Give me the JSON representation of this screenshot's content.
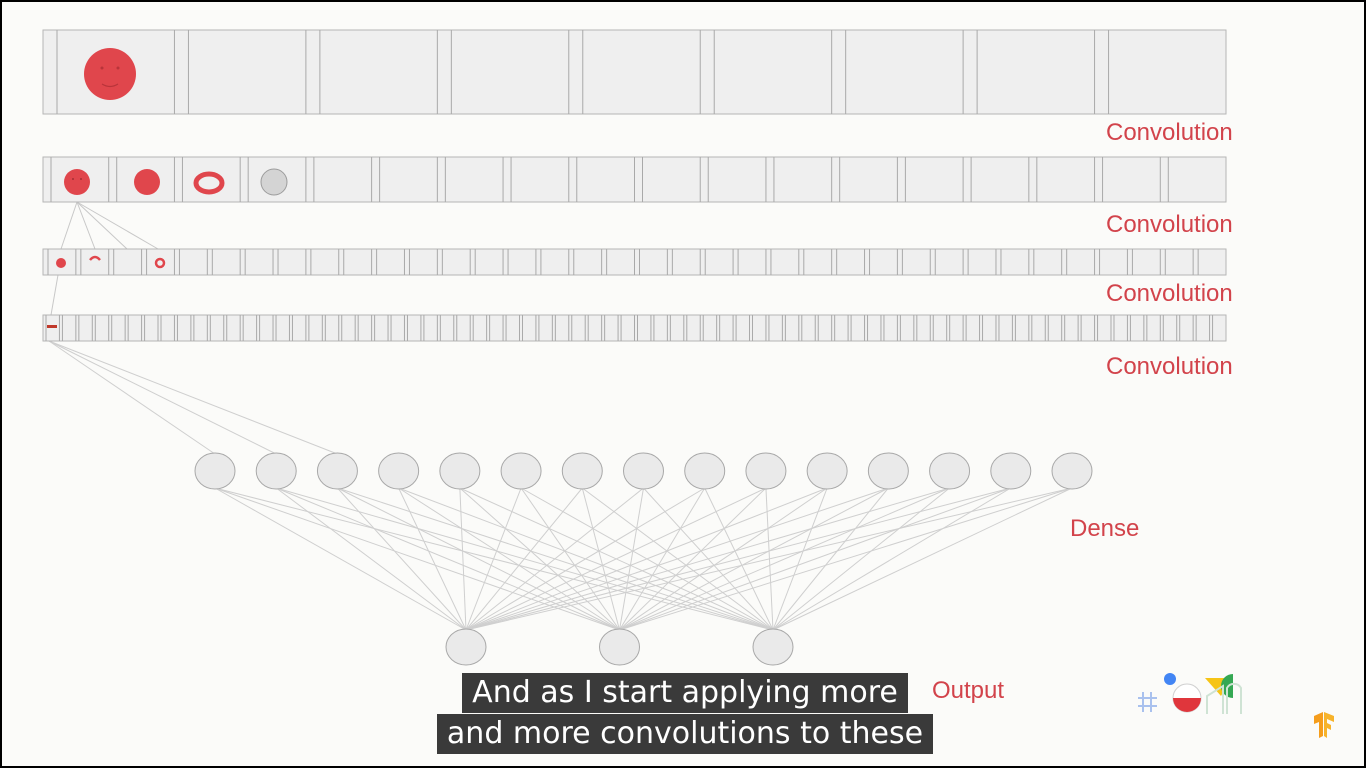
{
  "labels": {
    "conv1": "Convolution",
    "conv2": "Convolution",
    "conv3": "Convolution",
    "conv4": "Convolution",
    "dense": "Dense",
    "output": "Output"
  },
  "captions": {
    "line1": "And as I start applying more",
    "line2": "and more convolutions to these"
  },
  "diagram": {
    "dense_units": 15,
    "output_units": 3,
    "layers": [
      {
        "name": "convolution-1",
        "filters": 9
      },
      {
        "name": "convolution-2",
        "filters": 18
      },
      {
        "name": "convolution-3",
        "filters": 36
      },
      {
        "name": "convolution-4",
        "filters": 72
      }
    ]
  },
  "icons": [
    "google-io-logo",
    "tensorflow-logo"
  ],
  "colors": {
    "accent_red": "#d2434b",
    "filter_red": "#e0464c",
    "node_fill": "#eaeaea",
    "strip_fill": "#efefef",
    "caption_bg": "#3a3a3a"
  }
}
